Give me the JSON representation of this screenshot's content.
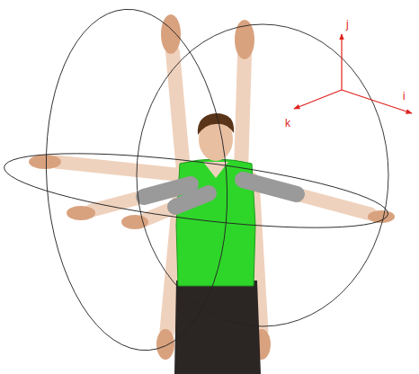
{
  "diagram": {
    "labels": [
      "j",
      "i",
      "k"
    ]
  }
}
